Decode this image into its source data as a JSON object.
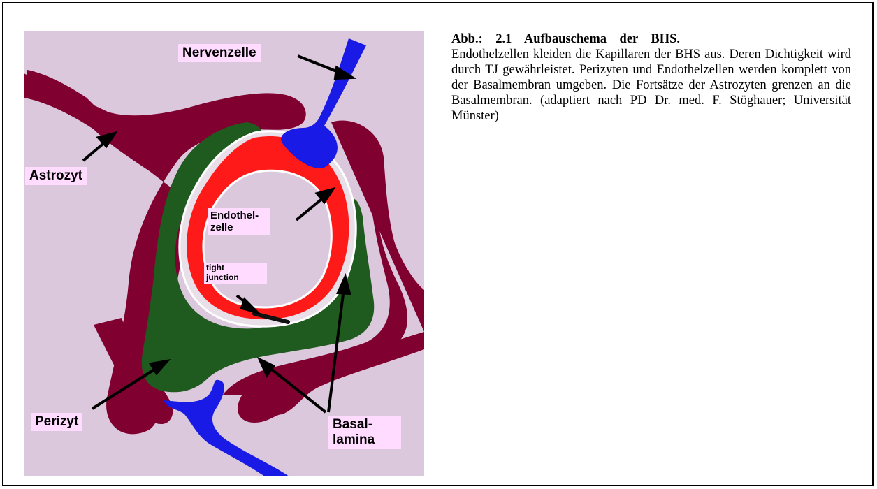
{
  "labels": {
    "nervenzelle": "Nervenzelle",
    "astrozyt": "Astrozyt",
    "endothel_1": "Endothel-",
    "endothel_2": "zelle",
    "tight_1": "tight",
    "tight_2": "junction",
    "perizyt": "Perizyt",
    "basal_1": "Basal-",
    "basal_2": "lamina"
  },
  "caption": {
    "heading": "Abb.:    2.1    Aufbauschema    der    BHS.",
    "body": "Endothelzellen kleiden die Kapillaren der BHS aus. Deren Dichtigkeit wird durch TJ gewährleistet. Perizyten und Endothelzellen werden komplett von der Basalmembran umgeben. Die Fortsätze der Astrozyten grenzen an die Basalmembran. (adaptiert nach PD Dr. med. F. Stöghauer; Universität Münster)"
  },
  "colors": {
    "background": "#dcc8dc",
    "astrocyte": "#800030",
    "pericyte": "#1f5a1f",
    "endothelium": "#ff1a1a",
    "neuron": "#1a1ae6",
    "label_bg": "#ffdcff"
  }
}
